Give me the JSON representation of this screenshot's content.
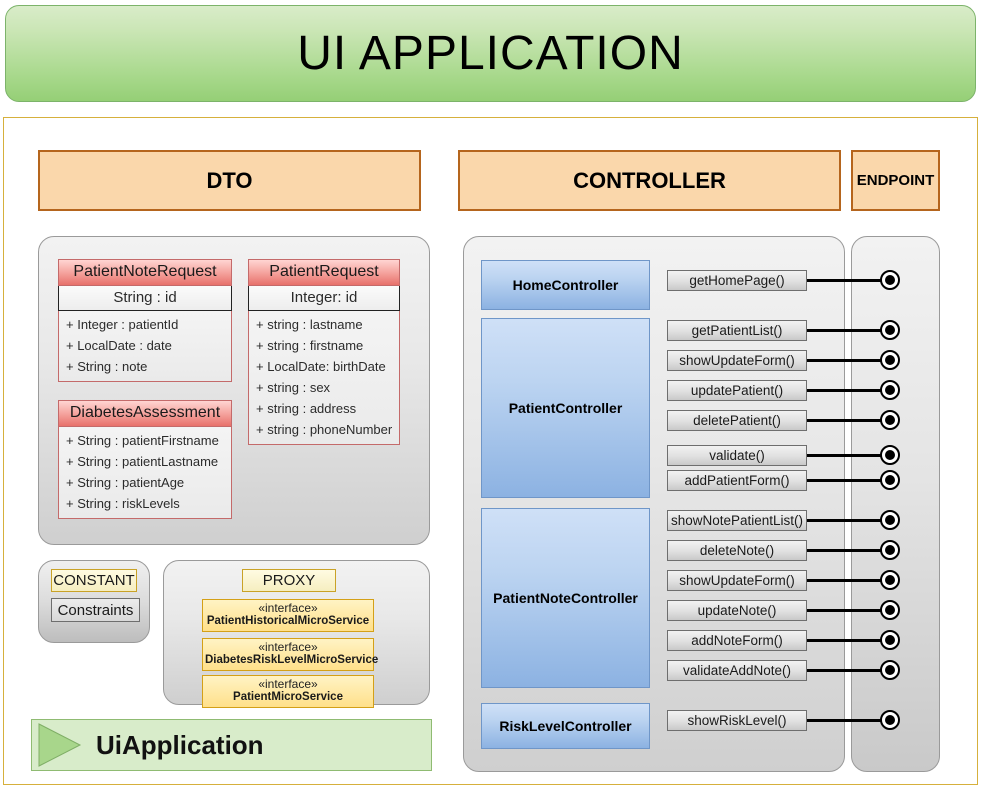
{
  "header": {
    "title": "UI APPLICATION"
  },
  "banners": {
    "dto": "DTO",
    "controller": "CONTROLLER",
    "endpoint": "ENDPOINT"
  },
  "dto": {
    "classes": [
      {
        "name": "PatientNoteRequest",
        "id_row": "String : id",
        "fields": [
          "+ Integer : patientId",
          "+ LocalDate : date",
          "+ String : note"
        ]
      },
      {
        "name": "DiabetesAssessment",
        "id_row": null,
        "fields": [
          "+ String : patientFirstname",
          "+ String : patientLastname",
          "+ String : patientAge",
          "+ String : riskLevels"
        ]
      },
      {
        "name": "PatientRequest",
        "id_row": "Integer: id",
        "fields": [
          "+ string : lastname",
          "+ string : firstname",
          "+ LocalDate: birthDate",
          "+ string : sex",
          "+ string : address",
          "+ string : phoneNumber"
        ]
      }
    ]
  },
  "constant": {
    "label": "CONSTANT",
    "items": [
      "Constraints"
    ]
  },
  "proxy": {
    "label": "PROXY",
    "stereotype": "«interface»",
    "interfaces": [
      "PatientHistoricalMicroService",
      "DiabetesRiskLevelMicroService",
      "PatientMicroService"
    ]
  },
  "controllers": [
    {
      "name": "HomeController"
    },
    {
      "name": "PatientController"
    },
    {
      "name": "PatientNoteController"
    },
    {
      "name": "RiskLevelController"
    }
  ],
  "methods": [
    {
      "label": "getHomePage()",
      "controller": "HomeController"
    },
    {
      "label": "getPatientList()",
      "controller": "PatientController"
    },
    {
      "label": "showUpdateForm()",
      "controller": "PatientController"
    },
    {
      "label": "updatePatient()",
      "controller": "PatientController"
    },
    {
      "label": "deletePatient()",
      "controller": "PatientController"
    },
    {
      "label": "validate()",
      "controller": "PatientController"
    },
    {
      "label": "addPatientForm()",
      "controller": "PatientController"
    },
    {
      "label": "showNotePatientList()",
      "controller": "PatientNoteController"
    },
    {
      "label": "deleteNote()",
      "controller": "PatientNoteController"
    },
    {
      "label": "showUpdateForm()",
      "controller": "PatientNoteController"
    },
    {
      "label": "updateNote()",
      "controller": "PatientNoteController"
    },
    {
      "label": "addNoteForm()",
      "controller": "PatientNoteController"
    },
    {
      "label": "validateAddNote()",
      "controller": "PatientNoteController"
    },
    {
      "label": "showRiskLevel()",
      "controller": "RiskLevelController"
    }
  ],
  "footer": {
    "label": "UiApplication",
    "icon": "play-triangle-icon"
  },
  "colors": {
    "header_green_light": "#d9ecc9",
    "header_green_dark": "#95cf76",
    "banner_fill": "#fad7ab",
    "banner_border": "#b5651d",
    "frame_border": "#d6b03c",
    "class_header_red": "#e8716b",
    "controller_blue": "#8cb2e2",
    "interface_yellow": "#ffe08a",
    "footer_green": "#d8ecca"
  }
}
